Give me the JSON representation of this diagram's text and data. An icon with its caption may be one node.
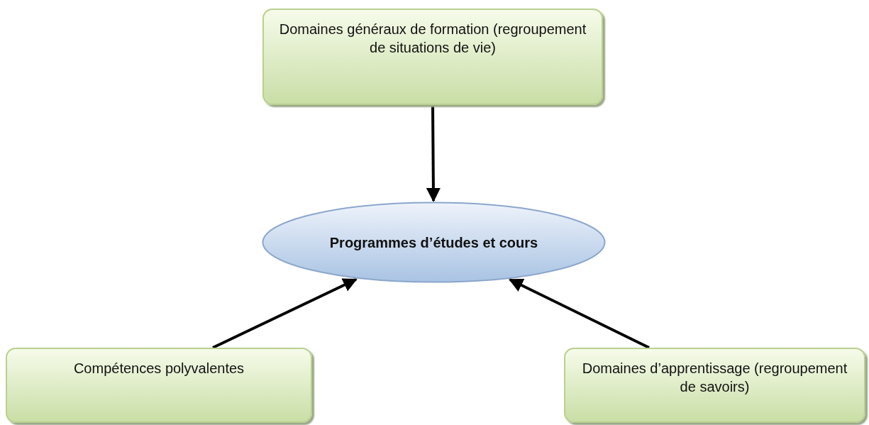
{
  "diagram": {
    "nodes": [
      {
        "text": [
          "Domaines généraux de formation (regroupement de situations de vie)"
        ]
      },
      {
        "text": [
          "Programmes d’études et cours"
        ]
      },
      {
        "text": [
          "Compétences polyvalentes"
        ]
      },
      {
        "text": [
          "Domaines d’apprentissage (regroupement de savoirs)"
        ]
      }
    ],
    "edges": [
      {
        "from": 0,
        "to": 1,
        "arrow": "to"
      },
      {
        "from": 2,
        "to": 1,
        "arrow": "to"
      },
      {
        "from": 3,
        "to": 1,
        "arrow": "to"
      }
    ]
  }
}
